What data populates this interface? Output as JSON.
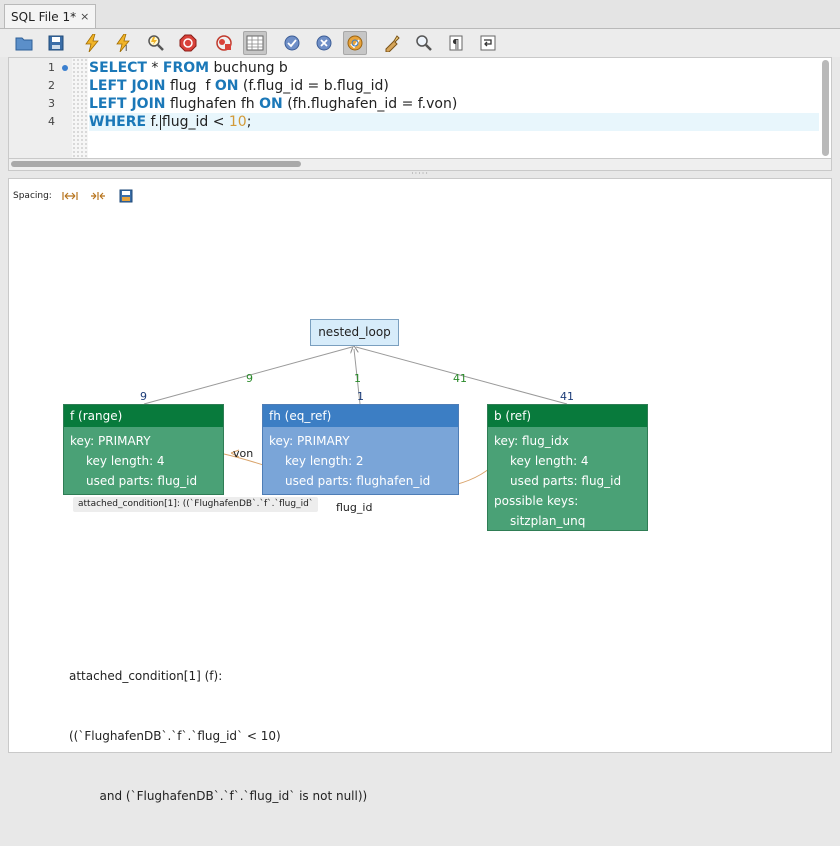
{
  "tab": {
    "title": "SQL File 1*",
    "close": "×"
  },
  "toolbar": {
    "icons": [
      "open-folder-icon",
      "save-icon",
      "execute-icon",
      "execute-current-icon",
      "explain-icon",
      "stop-icon",
      "stop-on-error-icon",
      "toggle-grid-icon",
      "commit-icon",
      "rollback-icon",
      "autocommit-icon",
      "beautify-icon",
      "find-icon",
      "invisible-chars-icon",
      "wrap-lines-icon"
    ]
  },
  "editor": {
    "lines": [
      {
        "num": "1",
        "parts": [
          {
            "t": "SELECT",
            "k": "kw"
          },
          {
            "t": " * "
          },
          {
            "t": "FROM",
            "k": "kw"
          },
          {
            "t": " buchung b"
          }
        ]
      },
      {
        "num": "2",
        "parts": [
          {
            "t": "LEFT JOIN",
            "k": "kw"
          },
          {
            "t": " flug  f "
          },
          {
            "t": "ON",
            "k": "kw"
          },
          {
            "t": " (f.flug_id = b.flug_id)"
          }
        ]
      },
      {
        "num": "3",
        "parts": [
          {
            "t": "LEFT JOIN",
            "k": "kw"
          },
          {
            "t": " flughafen fh "
          },
          {
            "t": "ON",
            "k": "kw"
          },
          {
            "t": " (fh.flughafen_id = f.von)"
          }
        ]
      },
      {
        "num": "4",
        "parts": [
          {
            "t": "WHERE",
            "k": "kw"
          },
          {
            "t": " f."
          },
          {
            "t": "",
            "k": "caret"
          },
          {
            "t": "flug_id < "
          },
          {
            "t": "10",
            "k": "num"
          },
          {
            "t": ";"
          }
        ]
      }
    ]
  },
  "explain": {
    "spacing_label": "Spacing:",
    "nested_loop": "nested_loop",
    "nodes": {
      "f": {
        "title": "f  (range)",
        "key": "key: PRIMARY",
        "key_length": "key length: 4",
        "used_parts": "used parts: flug_id"
      },
      "fh": {
        "title": "fh  (eq_ref)",
        "key": "key: PRIMARY",
        "key_length": "key length: 2",
        "used_parts": "used parts: flughafen_id"
      },
      "b": {
        "title": "b  (ref)",
        "key": "key: flug_idx",
        "key_length": "key length: 4",
        "used_parts": "used parts: flug_id",
        "possible_keys": "possible keys:",
        "possible_keys_value": "sitzplan_unq"
      }
    },
    "edge_labels": {
      "f_rows": "9",
      "f_cost": "9",
      "fh_rows": "1",
      "fh_cost": "1",
      "b_rows": "41",
      "b_cost": "41",
      "von": "von",
      "flug_id": "flug_id"
    },
    "attached_condition_box": "attached_condition[1]: ((`FlughafenDB`.`f`.`flug_id` ",
    "condition_lines": [
      "attached_condition[1] (f):",
      "((`FlughafenDB`.`f`.`flug_id` < 10)",
      "        and (`FlughafenDB`.`f`.`flug_id` is not null))"
    ]
  }
}
